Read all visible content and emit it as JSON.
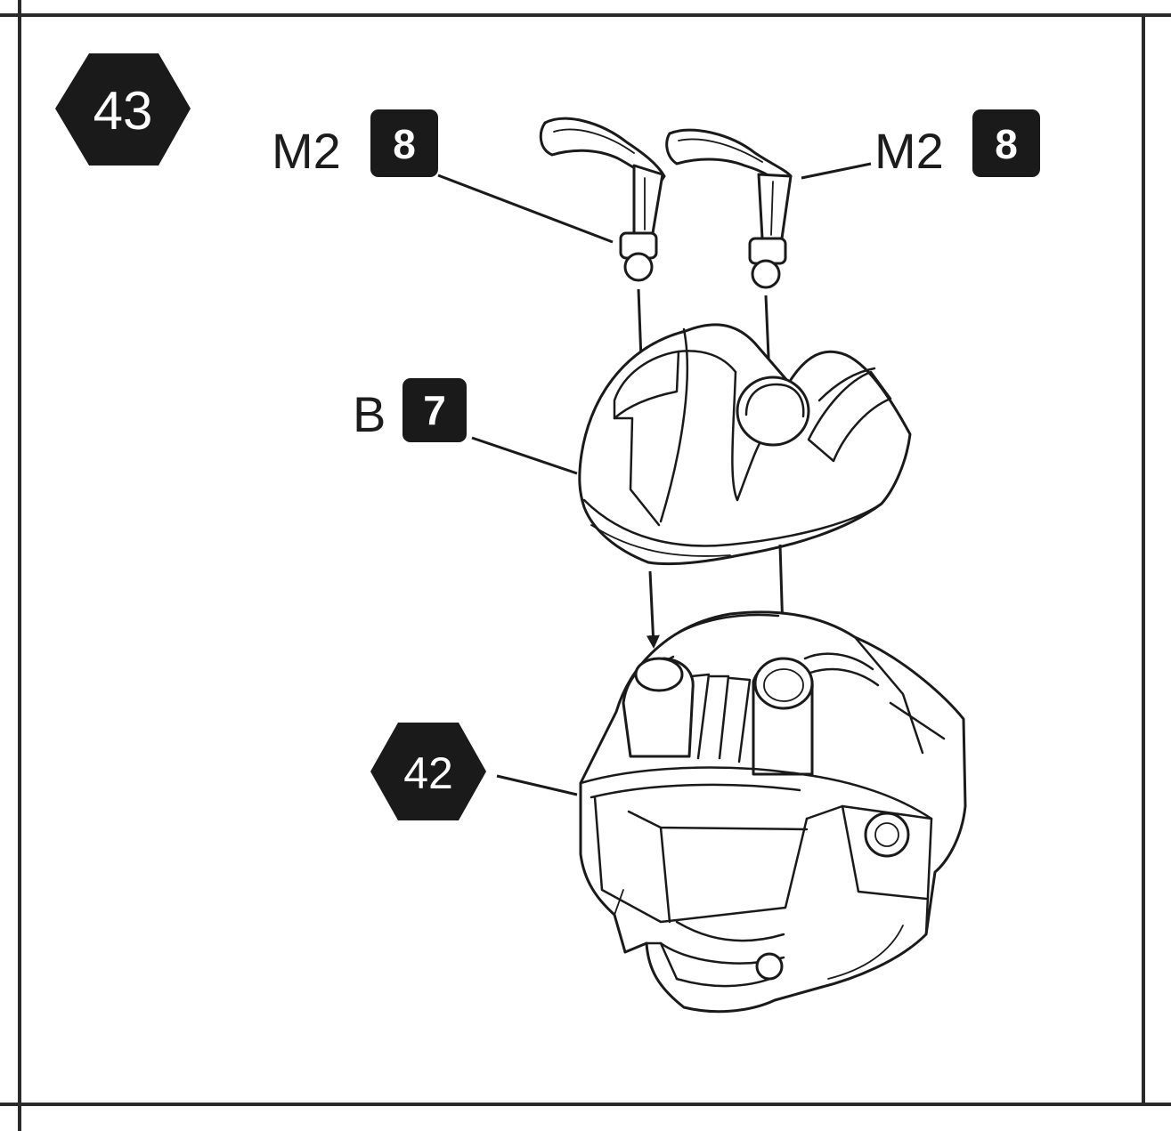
{
  "step": {
    "number": "43"
  },
  "parts": [
    {
      "id": "m2-8-left",
      "runner": "M2",
      "number": "8"
    },
    {
      "id": "m2-8-right",
      "runner": "M2",
      "number": "8"
    },
    {
      "id": "b-7",
      "runner": "B",
      "number": "7"
    }
  ],
  "subassembly": {
    "number": "42"
  },
  "colors": {
    "ink": "#1a1a1a",
    "paper": "#ffffff"
  }
}
